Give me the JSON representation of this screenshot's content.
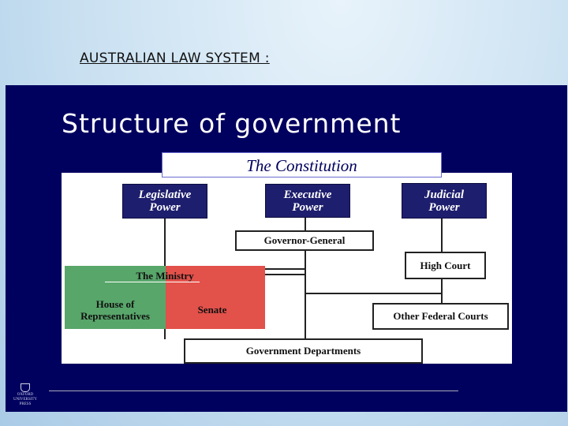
{
  "slide_title": "AUSTRALIAN LAW SYSTEM :",
  "heading": "Structure of government",
  "constitution": "The Constitution",
  "powers": {
    "legislative": "Legislative Power",
    "executive": "Executive Power",
    "judicial": "Judicial Power"
  },
  "boxes": {
    "governor_general": "Governor-General",
    "high_court": "High Court",
    "ministry": "The Ministry",
    "house": "House of Representatives",
    "senate": "Senate",
    "other_courts": "Other Federal Courts",
    "departments": "Government Departments"
  },
  "logo_text": "OXFORD UNIVERSITY PRESS",
  "colors": {
    "navy": "#00005e",
    "power_box": "#1e1e6e",
    "green": "#58a66a",
    "red": "#e2514a"
  }
}
